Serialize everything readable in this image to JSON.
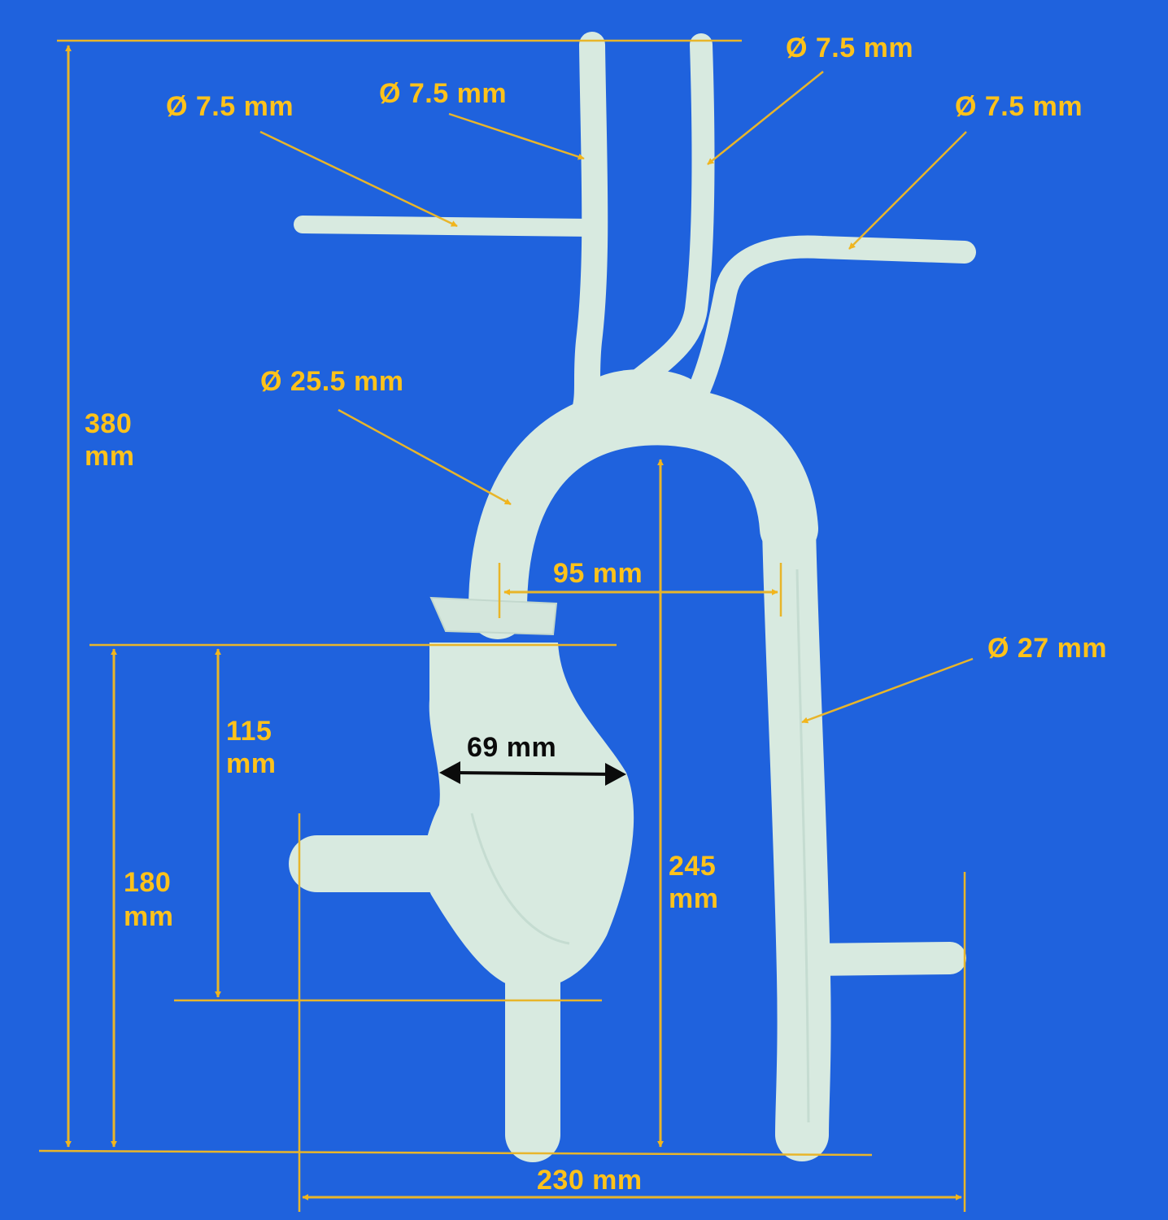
{
  "colors": {
    "background": "#1f62dd",
    "vessel": "#d8eae0",
    "vessel_shade": "#b9d2c6",
    "dimension": "#e8b52a",
    "label": "#ffc21a",
    "dark_label": "#0b0b0b"
  },
  "labels": {
    "branch_left_dia": "Ø 7.5 mm",
    "branch_mid_dia": "Ø 7.5 mm",
    "branch_top_right_dia": "Ø 7.5 mm",
    "branch_right_dia": "Ø 7.5 mm",
    "arch_dia": "Ø 25.5 mm",
    "descending_dia": "Ø 27 mm",
    "arch_width": "95 mm",
    "aneurysm_width": "69 mm",
    "total_height_value": "380",
    "total_height_unit": "mm",
    "aneurysm_height_value": "115",
    "aneurysm_height_unit": "mm",
    "ascending_height_value": "180",
    "ascending_height_unit": "mm",
    "arch_height_value": "245",
    "arch_height_unit": "mm",
    "total_width": "230 mm"
  }
}
